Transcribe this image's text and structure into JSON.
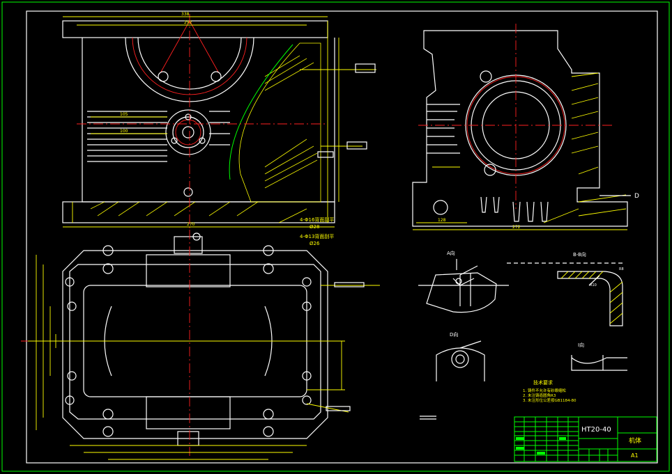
{
  "annotations": {
    "bolt_hole_1": "4-Φ16背面刮平",
    "bolt_hole_1_sub": "Ø28",
    "bolt_hole_2": "4-Φ13背面刮平",
    "bolt_hole_2_sub": "Ø26"
  },
  "views": {
    "a_view": "A向",
    "b_section": "B-B向",
    "d_view": "D向",
    "i_view": "I向",
    "d_marker": "D"
  },
  "dimensions": {
    "top_width": "338",
    "top_inner": "292",
    "d1": "105",
    "d2": "100",
    "d3": "270",
    "d4": "272",
    "d5": "128",
    "d6": "R8",
    "d7": "R10"
  },
  "technical_requirements": {
    "heading": "技术要求",
    "items": [
      "1. 铸件不允许有砂眼缩松",
      "2. 未注铸造圆角R3",
      "3. 未注形位公差按GB1184-80",
      ""
    ]
  },
  "title_block": {
    "material": "HT20-40",
    "part_name": "机体",
    "sheet": "A1"
  },
  "colors": {
    "background": "#000000",
    "outline": "#ffffff",
    "dimension": "#ffff00",
    "centerline": "#ff2020",
    "title_block": "#00ff00"
  }
}
